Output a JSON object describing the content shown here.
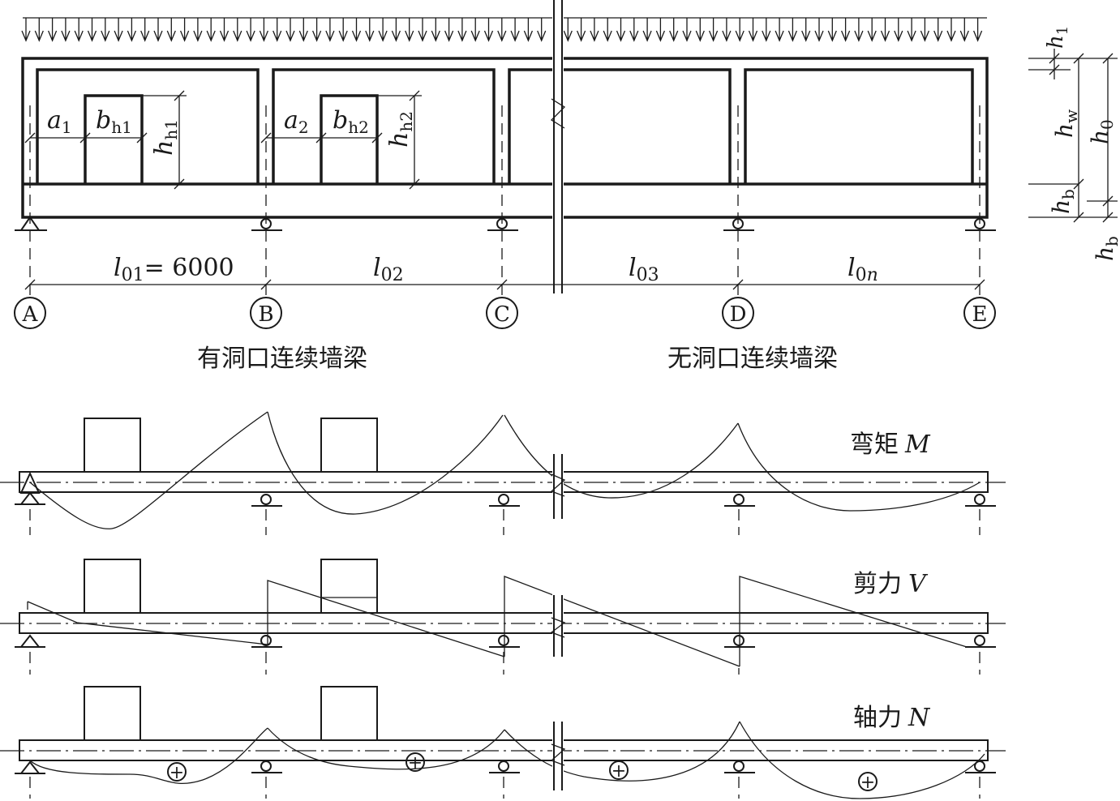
{
  "dimensions": {
    "l01": "l",
    "l01_sub": "01",
    "l01_value": "= 6000",
    "l02": "l",
    "l02_sub": "02",
    "l03": "l",
    "l03_sub": "03",
    "l0n": "l",
    "l0n_sub": "0",
    "l0n_sub2": "n",
    "a1": "a",
    "a1_sub": "1",
    "a2": "a",
    "a2_sub": "2",
    "bh1": "b",
    "bh1_sub": "h1",
    "bh2": "b",
    "bh2_sub": "h2",
    "hh1": "h",
    "hh1_sub": "h1",
    "hh2": "h",
    "hh2_sub": "h2"
  },
  "side_dims": {
    "h1": "h",
    "h1_sub": "1",
    "hw": "h",
    "hw_sub": "w",
    "h0": "h",
    "h0_sub": "0",
    "hb": "h",
    "hb_sub": "b",
    "hb2": "h",
    "hb2_sub": "b"
  },
  "axes": [
    "A",
    "B",
    "C",
    "D",
    "E"
  ],
  "captions": {
    "with_openings": "有洞口连续墙梁",
    "without_openings": "无洞口连续墙梁"
  },
  "diagrams": {
    "moment": {
      "label": "弯矩",
      "symbol": "M"
    },
    "shear": {
      "label": "剪力",
      "symbol": "V"
    },
    "axial": {
      "label": "轴力",
      "symbol": "N",
      "sign": "+"
    }
  }
}
